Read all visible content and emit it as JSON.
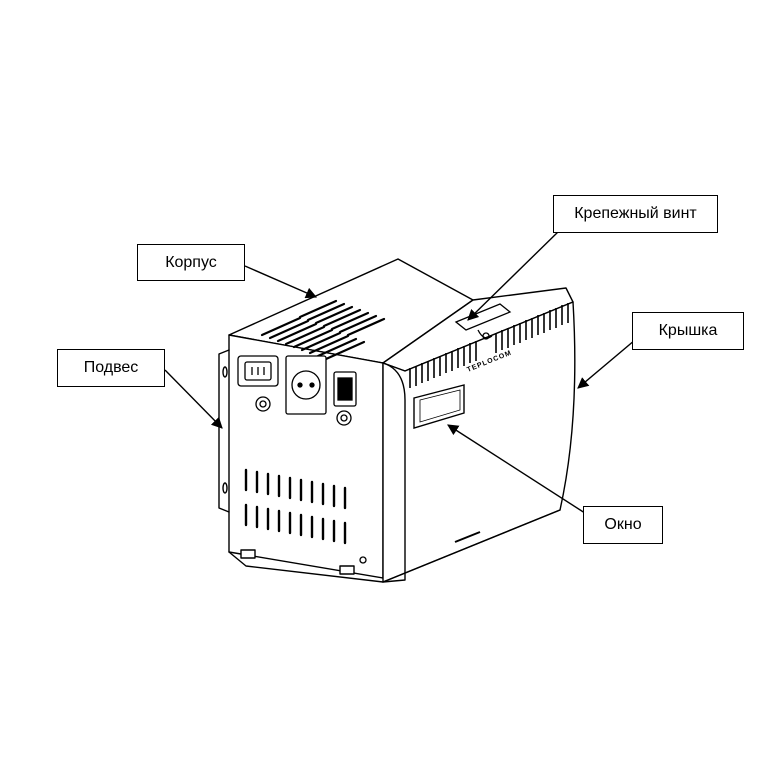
{
  "labels": {
    "korpus": "Корпус",
    "podves": "Подвес",
    "vint": "Крепежный винт",
    "kryshka": "Крышка",
    "okno": "Окно"
  },
  "device": {
    "brand": "TEPLOCOM"
  },
  "colors": {
    "line": "#000000",
    "background": "#ffffff"
  }
}
